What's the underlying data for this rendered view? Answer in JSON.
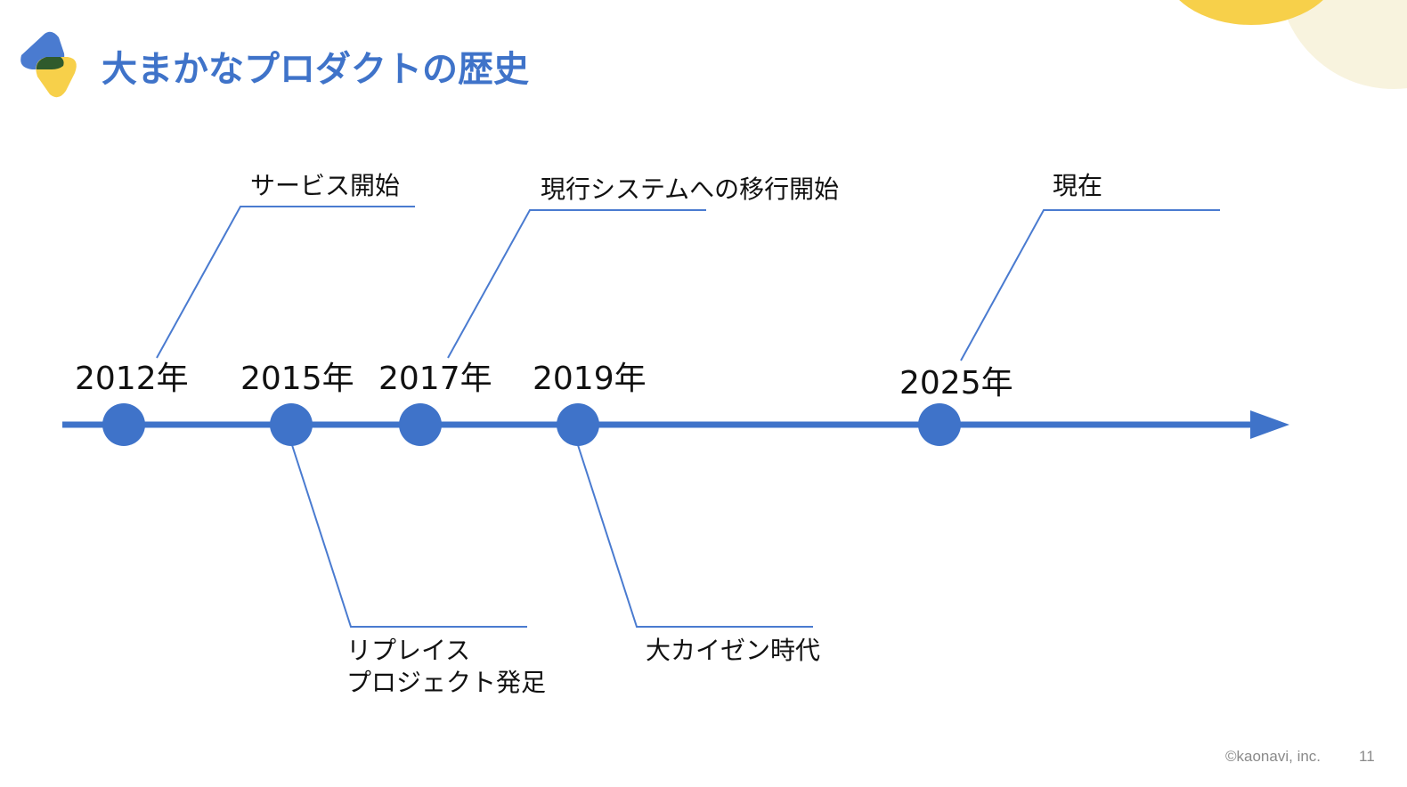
{
  "slide": {
    "title": "大まかなプロダクトの歴史"
  },
  "timeline": {
    "years": [
      "2012年",
      "2015年",
      "2017年",
      "2019年",
      "2025年"
    ],
    "events": {
      "service_start": "サービス開始",
      "migration_start": "現行システムへの移行開始",
      "current": "現在",
      "replace_line1": "リプレイス",
      "replace_line2": "プロジェクト発足",
      "kaizen": "大カイゼン時代"
    }
  },
  "footer": {
    "copyright": "©kaonavi, inc.",
    "page_number": "11"
  },
  "colors": {
    "title": "#3f73c9",
    "timeline": "#3f73c9",
    "callout_line": "#4a7bd0",
    "logo_blue": "#4a7bd0",
    "logo_yellow": "#f7d04a",
    "logo_overlap": "#2f5a2c",
    "corner_yellow": "#f7d04a",
    "corner_cream": "#f8f3de"
  },
  "icons": {
    "logo": "kaonavi-logo",
    "arrow": "arrow-head-icon"
  }
}
